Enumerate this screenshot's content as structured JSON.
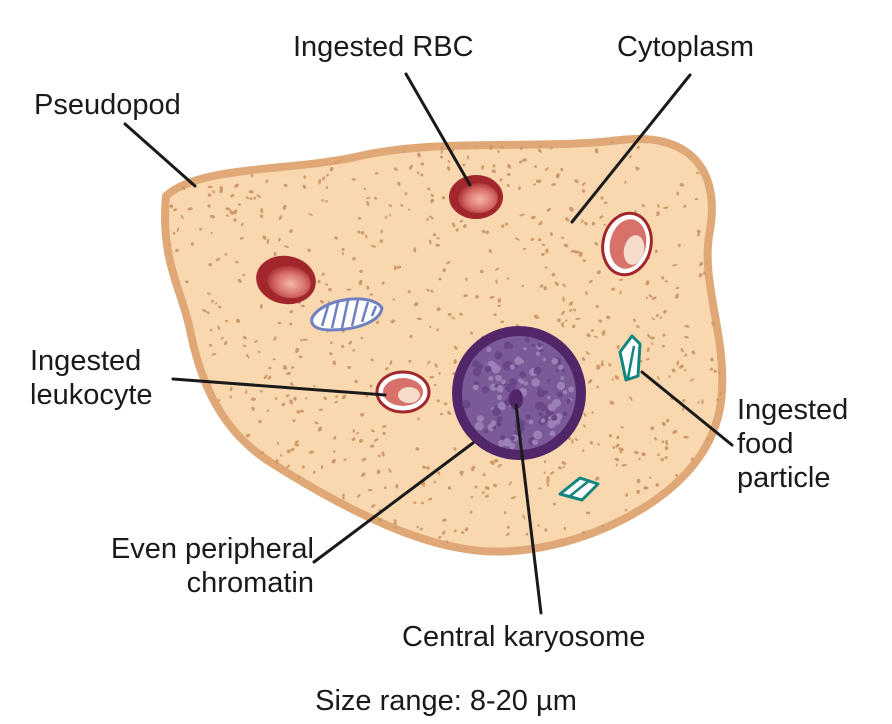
{
  "diagram": {
    "labels": {
      "ingested_rbc": "Ingested RBC",
      "cytoplasm": "Cytoplasm",
      "pseudopod": "Pseudopod",
      "ingested_leukocyte": [
        "Ingested",
        "leukocyte"
      ],
      "ingested_food_particle": [
        "Ingested",
        "food",
        "particle"
      ],
      "even_peripheral_chromatin": [
        "Even peripheral",
        "chromatin"
      ],
      "central_karyosome": "Central karyosome"
    },
    "caption": "Size range: 8-20 µm"
  },
  "colors": {
    "cell_fill": "#f9d8b0",
    "cell_outline": "#e0a877",
    "granules": "#cf9a6a",
    "rbc_outer": "#a2272c",
    "rbc_inner": "#d9716b",
    "nucleus_outer": "#52276a",
    "nucleus_inner": "#7b5a98",
    "food_particle": "#13857f",
    "vacuole": "#6f7fc0",
    "leader_line": "#1a1a1a"
  }
}
